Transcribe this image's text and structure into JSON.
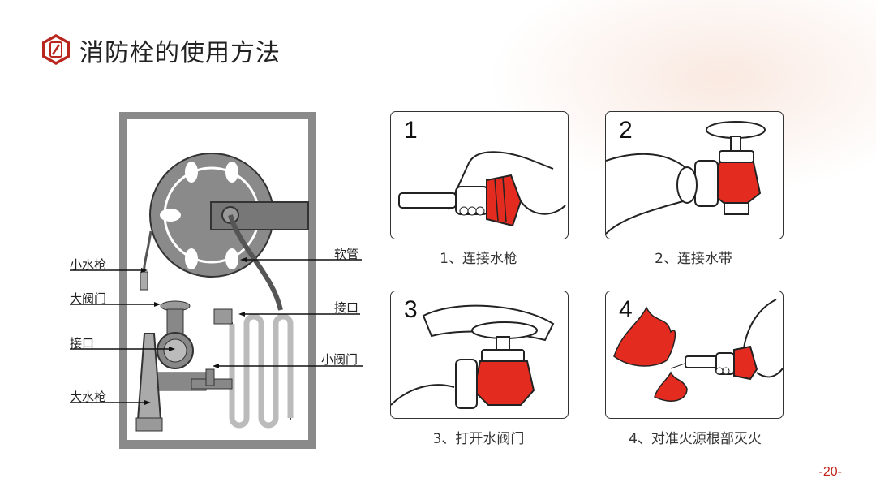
{
  "header": {
    "title": "消防栓的使用方法"
  },
  "diagram": {
    "labels": {
      "small_nozzle": "小水枪",
      "big_valve": "大阀门",
      "interface_left": "接口",
      "big_nozzle": "大水枪",
      "hose": "软管",
      "interface_right": "接口",
      "small_valve": "小阀门"
    }
  },
  "steps": [
    {
      "number": "1",
      "caption": "1、连接水枪"
    },
    {
      "number": "2",
      "caption": "2、连接水带"
    },
    {
      "number": "3",
      "caption": "3、打开水阀门"
    },
    {
      "number": "4",
      "caption": "4、对准火源根部灭火"
    }
  ],
  "page": {
    "number": "-20-"
  },
  "colors": {
    "accent_red": "#c0241c",
    "fill_red": "#e32b1f",
    "gray": "#8a8a8a"
  }
}
